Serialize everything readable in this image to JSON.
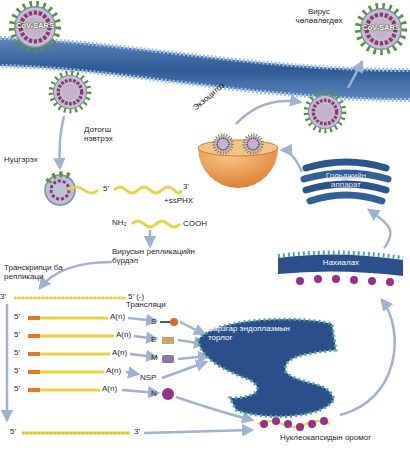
{
  "diagram": {
    "nodes": [
      {
        "text": [
          "CoV-SARS"
        ]
      },
      {
        "text": [
          "CoV-SARS",
          "Вирус чөлөөлөгдөх"
        ]
      },
      {
        "text": [
          "Гольджийн аппарат"
        ]
      },
      {
        "text": [
          "Нахиалах"
        ]
      },
      {
        "text": [
          "Барзгар эндоплазмын торлог"
        ]
      }
    ],
    "edges": [
      {
        "from": 3,
        "to": 2,
        "arrow": "to"
      }
    ],
    "labels": [
      "Дотогш нэвтрэх",
      "Нуцгэрэх",
      "5'",
      "3'",
      "+ssРНХ",
      "NH₂",
      "COOH",
      "Вирусын репликацийн бүрдэл",
      "Транскрипци ба репликаци",
      "3'",
      "5' (-)",
      "5'",
      "5'",
      "5'",
      "5'",
      "5'",
      "A(n)",
      "A(n)",
      "A(n)",
      "A(n)",
      "A(n)",
      "Трансляци",
      "S",
      "E",
      "M",
      "NSP",
      "N",
      "Нуклеокапсидын оромог",
      "5'",
      "3'",
      "Экзоцитоз"
    ]
  }
}
